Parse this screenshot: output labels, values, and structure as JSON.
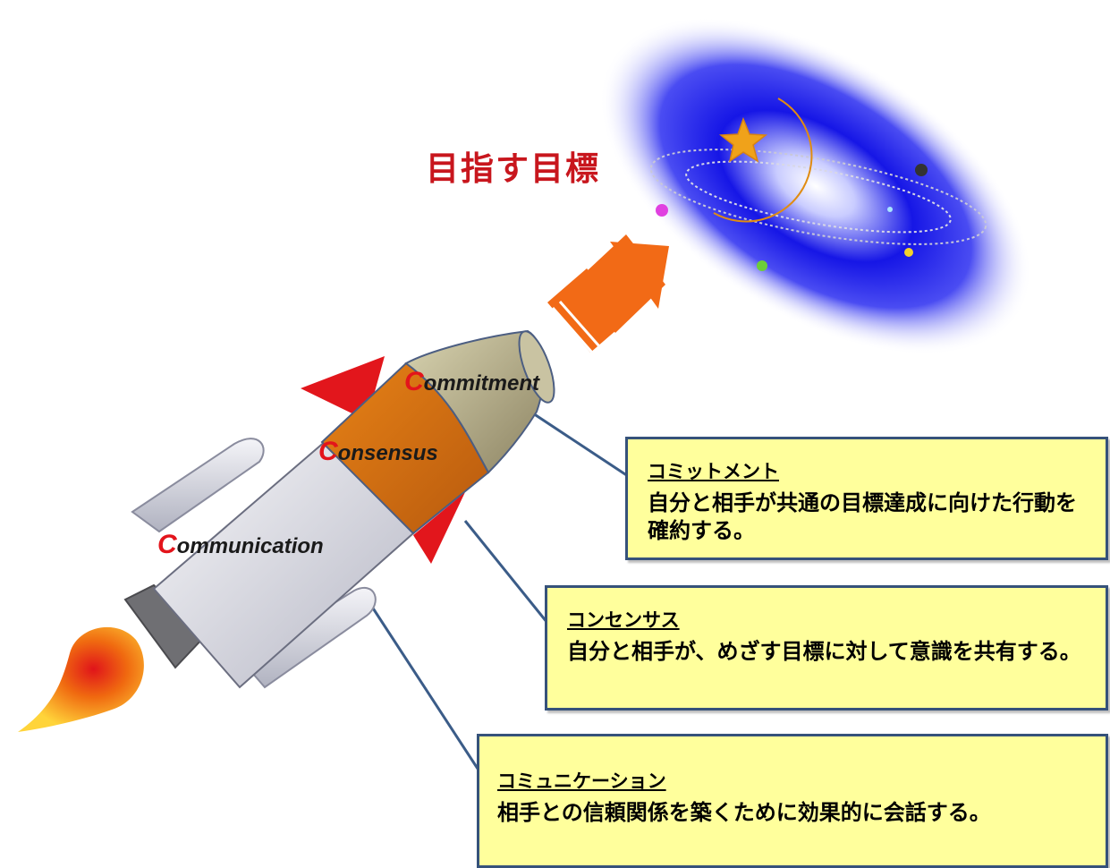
{
  "goal": {
    "title": "目指す目標"
  },
  "rocket": {
    "commitment": {
      "initial": "C",
      "rest": "ommitment"
    },
    "consensus": {
      "initial": "C",
      "rest": "onsensus"
    },
    "communication": {
      "initial": "C",
      "rest": "ommunication"
    }
  },
  "callouts": {
    "commitment": {
      "title": "コミットメント",
      "body": "自分と相手が共通の目標達成に向けた行動を確約する。"
    },
    "consensus": {
      "title": "コンセンサス",
      "body": "自分と相手が、めざす目標に対して意識を共有する。"
    },
    "communication": {
      "title": "コミュニケーション",
      "body": "相手との信頼関係を築くために効果的に会話する。"
    }
  },
  "colors": {
    "title_red": "#c8161d",
    "callout_fill": "#ffff9c",
    "callout_border": "#36527a",
    "arrow_orange": "#f26a16",
    "galaxy_blue": "#1a1ae0"
  }
}
